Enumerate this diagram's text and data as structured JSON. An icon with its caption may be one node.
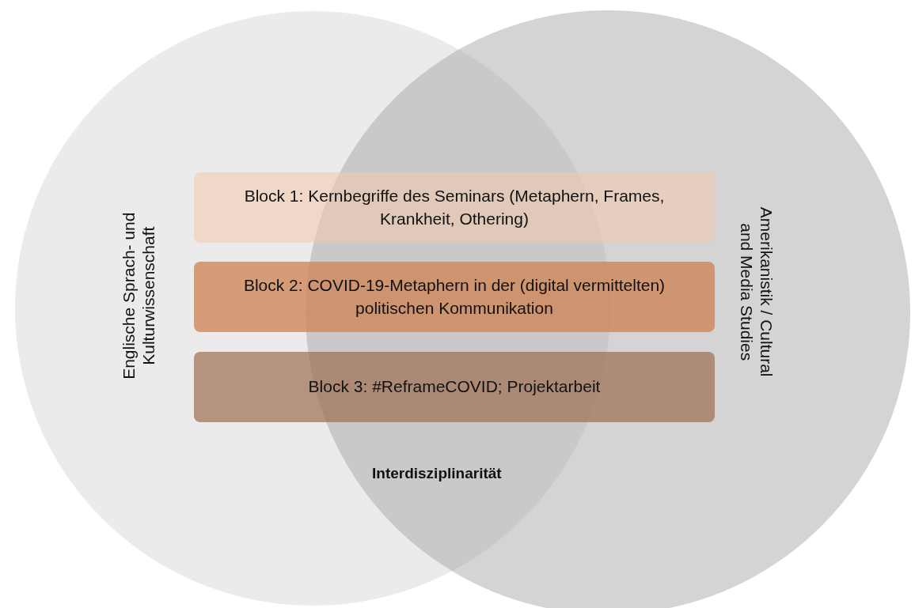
{
  "diagram": {
    "nodes": [
      {
        "text": [
          "Englische Sprach- und Kulturwissenschaft"
        ]
      },
      {
        "text": [
          "Amerikanistik / Cultural and Media Studies"
        ]
      },
      {
        "text": [
          "Block 1: Kernbegriffe des Seminars (Metaphern, Frames, Krankheit, Othering)"
        ]
      },
      {
        "text": [
          "Block 2: COVID-19-Metaphern in der (digital vermittelten) politischen Kommunikation"
        ]
      },
      {
        "text": [
          "Block 3: #ReframeCOVID; Projektarbeit"
        ]
      }
    ],
    "labels": [
      "Interdisziplinarität"
    ]
  }
}
